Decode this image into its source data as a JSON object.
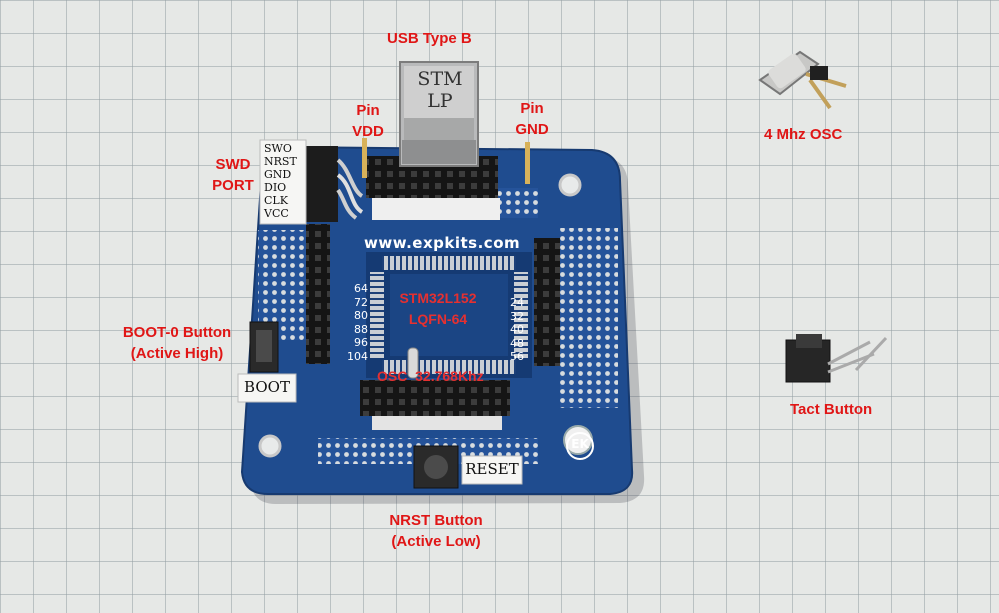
{
  "labels": {
    "usb": "USB Type B",
    "pin_vdd_line1": "Pin",
    "pin_vdd_line2": "VDD",
    "pin_gnd_line1": "Pin",
    "pin_gnd_line2": "GND",
    "osc_4mhz": "4 Mhz OSC",
    "swd_line1": "SWD",
    "swd_line2": "PORT",
    "boot_line1": "BOOT-0 Button",
    "boot_line2": "(Active High)",
    "tact_button": "Tact Button",
    "nrst_line1": "NRST Button",
    "nrst_line2": "(Active Low)",
    "mcu_line1": "STM32L152",
    "mcu_line2": "LQFN-64",
    "osc_32khz": "OSC  32.768Khz"
  },
  "board": {
    "url": "www.expkits.com",
    "usb_stamp_line1": "STM",
    "usb_stamp_line2": "LP",
    "swd_sticker": [
      "SWO",
      "NRST",
      "GND",
      "DIO",
      "CLK",
      "VCC"
    ],
    "boot_sticker": "BOOT",
    "reset_sticker": "RESET",
    "left_numbers": [
      "64",
      "72",
      "80",
      "88",
      "96",
      "104"
    ],
    "right_numbers": [
      "24",
      "32",
      "40",
      "48",
      "56"
    ],
    "logo_letters": "EK"
  },
  "colors": {
    "annotation": "#e01616",
    "pcb": "#1f4c8f",
    "paper": "#e6e8e6"
  }
}
